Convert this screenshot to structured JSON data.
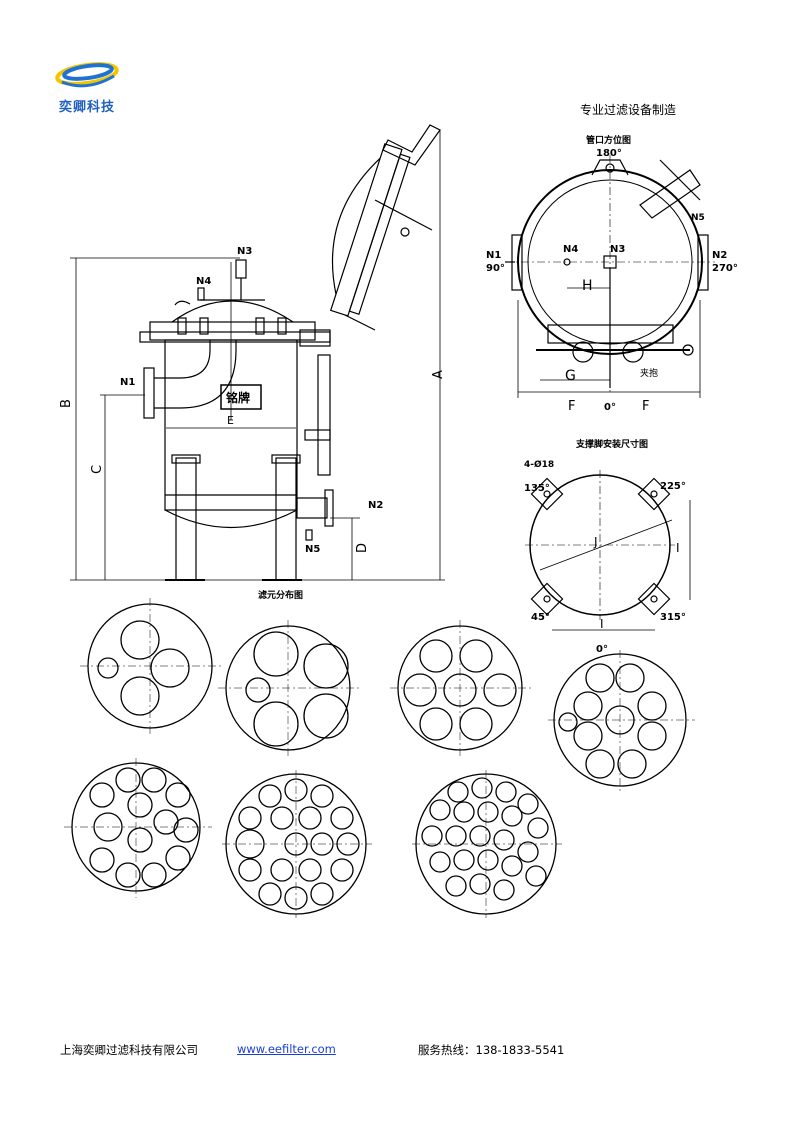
{
  "header": {
    "logo_text": "奕卿科技",
    "tagline": "专业过滤设备制造"
  },
  "drawing": {
    "front_view": {
      "labels": {
        "n1": "N1",
        "n2": "N2",
        "n3": "N3",
        "n4": "N4",
        "n5": "N5",
        "a": "A",
        "b": "B",
        "c": "C",
        "d": "D",
        "e": "E",
        "nameplate": "铭牌"
      }
    },
    "nozzle_view": {
      "title": "管口方位图",
      "angle_top": "180°",
      "n1": "N1",
      "n1_angle": "90°",
      "n2": "N2",
      "n2_angle": "270°",
      "n3": "N3",
      "n4": "N4",
      "n5": "N5",
      "h": "H",
      "g": "G",
      "f_left": "F",
      "f_right": "F",
      "angle_bottom": "0°",
      "clamp": "夹抱"
    },
    "support_view": {
      "title": "支撑脚安装尺寸图",
      "holes": "4-Ø18",
      "a135": "135°",
      "a225": "225°",
      "a45": "45°",
      "a315": "315°",
      "i_right": "I",
      "i_bottom": "I",
      "j": "J",
      "angle_bottom": "0°"
    },
    "layout_title": "滤元分布图"
  },
  "footer": {
    "company": "上海奕卿过滤科技有限公司",
    "website": "www.eefilter.com",
    "hotline": "服务热线：138-1833-5541"
  }
}
